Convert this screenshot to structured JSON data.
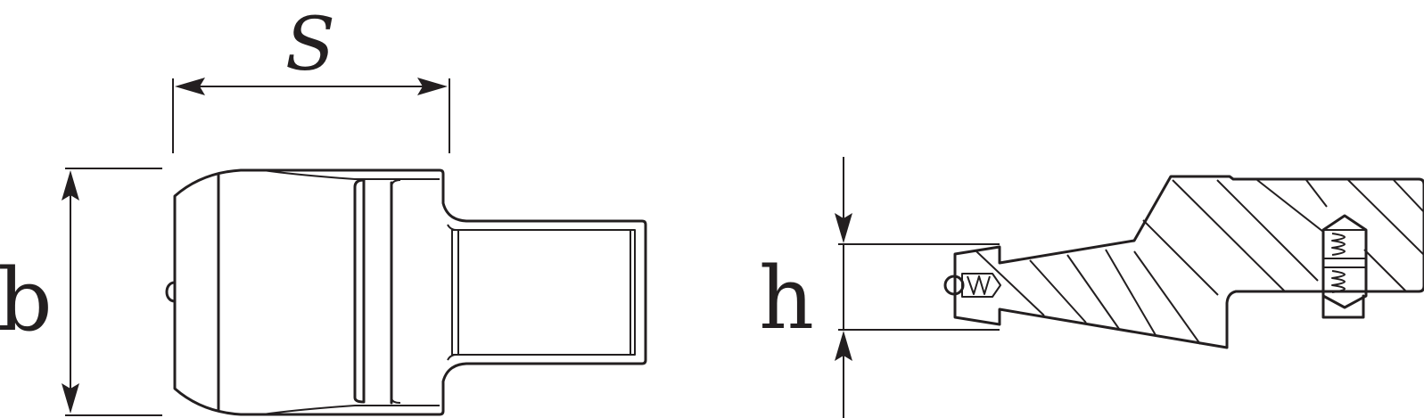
{
  "labels": {
    "s": "S",
    "b": "b",
    "h": "h"
  },
  "colors": {
    "line": "#231f20",
    "background": "#ffffff"
  }
}
